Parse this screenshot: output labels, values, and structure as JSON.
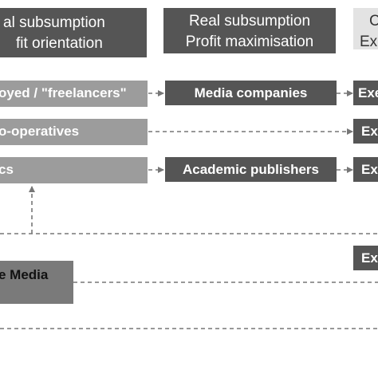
{
  "headers": {
    "left": {
      "line1": "al subsumption",
      "line2": "fit orientation"
    },
    "middle": {
      "line1": "Real subsumption",
      "line2": "Profit maximisation"
    },
    "right": {
      "line1": "C",
      "line2": "Ex"
    }
  },
  "rows": {
    "freelancers": {
      "label": "oyed / \"freelancers\"",
      "target": "Media companies",
      "edge": "Exe"
    },
    "cooperatives": {
      "label": "o-operatives",
      "edge": "Ex"
    },
    "academics": {
      "label": "cs",
      "target": "Academic publishers",
      "edge": "Ex"
    },
    "media": {
      "label": "e Media",
      "edge": "Ex"
    }
  }
}
